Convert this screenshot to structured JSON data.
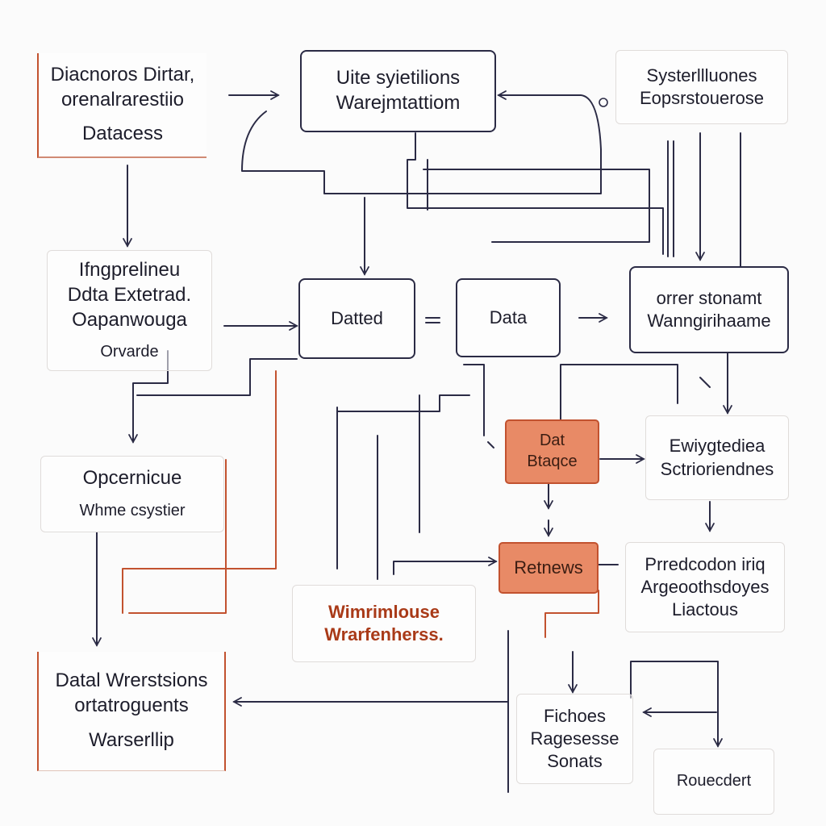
{
  "colors": {
    "ink": "#2b2b45",
    "rust": "#c2522f",
    "fill": "#e88a66"
  },
  "nodes": {
    "top_left": {
      "l1": "Diacnoros Dirtar,",
      "l2": "orenalrarestiio",
      "l3": "Datacess"
    },
    "top_center": {
      "l1": "Uite syietilions",
      "l2": "Warejmtattiom"
    },
    "top_right": {
      "l1": "Systerllluones",
      "l2": "Eopsrstouerose"
    },
    "mid_left": {
      "l1": "Ifngprelineu",
      "l2": "Ddta Extetrad.",
      "l3": "Oapanwouga",
      "l4": "Orvarde"
    },
    "dated": {
      "l1": "Datted"
    },
    "data": {
      "l1": "Data"
    },
    "mid_right": {
      "l1": "orrer stonamt",
      "l2": "Wanngirihaame"
    },
    "dat_stage": {
      "l1": "Dat",
      "l2": "Btaqce"
    },
    "right_center": {
      "l1": "Ewiygtediea",
      "l2": "Sctrioriendnes"
    },
    "left_mid2": {
      "l1": "Opcernicue",
      "l2": "Whme csystier"
    },
    "retnews": {
      "l1": "Retnews"
    },
    "pred": {
      "l1": "Prredcodon iriq",
      "l2": "Argeoothsdoyes",
      "l3": "Liactous"
    },
    "warehouse": {
      "l1": "Wimrimlouse",
      "l2": "Wrarfenherss."
    },
    "bottom_left": {
      "l1": "Datal Wrerstsions",
      "l2": "ortatroguents",
      "l3": "Warserllip"
    },
    "fichoes": {
      "l1": "Fichoes",
      "l2": "Ragesesse",
      "l3": "Sonats"
    },
    "rouecdert": {
      "l1": "Rouecdert"
    }
  }
}
